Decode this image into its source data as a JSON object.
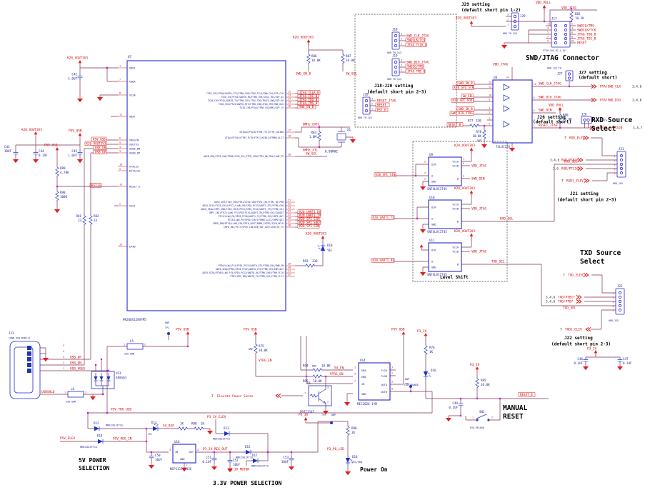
{
  "nets": {
    "k20_vout3v3": "K20_VOUT3V3",
    "p5v_usb": "P5V_USB",
    "p5v_trg_usb": "P5V_TRG_USB",
    "p5v_elev": "P5V_ELEV",
    "p5v_reg_in": "P5V_REG_IN",
    "p3_3v": "P3_3V",
    "p3_3v_elev": "P3_3V_ELEV",
    "p3_3v_motor": "P3_3V_MOTOR",
    "p3_3v_reg_out": "P3_3V_REG_OUT",
    "p3_po_led": "P3_PO_LED",
    "vdd_pull": "VDD_PULL",
    "vdd_jtag": "VDD_JTAG",
    "usb_dp": "USB_DP",
    "usb_dn": "USB_DN",
    "usb_vbus": "USB_VBUS",
    "usbshld": "USBSHLD",
    "rst_b": "RST_B",
    "reset_b": "RESET_B",
    "reset_jtag": "RESET_JTAG",
    "reset": "RESET",
    "reset_k_pta20": "RESET_K/PTA20",
    "swd_clk_jtag": "SWD_CLK_JTAG",
    "swd_dio_jtag": "SWD_DIO_JTAG",
    "swdclk_tck": "SWDCLK/TCK",
    "swdio_tms": "SWDIO/TMS",
    "jtag_tclk_b": "JTAG_TCLK_B",
    "jtag_tdi_b": "JTAG_TDI_B",
    "jtag_tdo_b": "JTAG_TDO_B",
    "jtag_tms_b": "JTAG_TMS_B",
    "swd_en_b": "SWD_EN_B",
    "sw_sel": "SW_SEL",
    "swd_din": "SWD_DIN",
    "rxd_sel": "RXD_SEL",
    "txd_sel": "TXD_SEL",
    "rxd_elev": "RXD_ELEV",
    "rxd1_elev": "RXD1_ELEV",
    "txd_elev": "TXD_ELEV",
    "txd1_elev": "TXD1_ELEV",
    "rxd_ptb16": "RXD/PTB16",
    "rxd_ptc16": "RXD/PTC16",
    "txd_ptb17": "TXD/PTB17",
    "txd_ptd7": "TXD/PTD7",
    "pta_swd_clk": "PTA/SWD_CLK",
    "pta_swd_dio": "PTA/SWD_DIO",
    "k20_spi_sin": "K20_SPI_SIN",
    "k20_spi_sck": "K20_SPI_SCK",
    "k20_spi_sout": "K20_SPI_SOUT",
    "k20_uart1_tx": "K20_UART1_TX",
    "k20_uart1_rx": "K20_UART1_RX",
    "v5_en": "5V_EN",
    "vtrg_en": "VTRG_EN",
    "v5_ref": "5V_REF",
    "mhz_extl": "8MHz_EXTL",
    "mhz_xtl": "8MHz_XTL",
    "elev_pwr": "Elevate Power Sense"
  },
  "pages": {
    "p7": "7",
    "p346": "3,4,6",
    "p347": "3,4,7",
    "p36": "3,6"
  },
  "titles": {
    "swd": "SWD/JTAG Connector",
    "rxd": "RXD Source",
    "txd": "TXD Source",
    "select": "Select",
    "manual1": "MANUAL",
    "manual2": "RESET",
    "p5a": "5V POWER",
    "p5b": "SELECTION",
    "p33": "3.3V POWER SELECTION",
    "pon": "Power On",
    "lvl": "Level Shift"
  },
  "notes": {
    "j29a": "J29 setting",
    "def12": "(default short pin 1-2)",
    "j18a": "J18-J20 setting",
    "def23": "(default short pin 2-3)",
    "j21a": "J21 setting",
    "j22a": "J22 setting",
    "j26a": "J26 setting",
    "j27a": "J27 setting",
    "defs": "(default short)"
  },
  "misc": {
    "dnp": "DNP",
    "hdr1x3": "HDR TH 1X3",
    "hdr1x2": "HDR 1X2 TH",
    "hdr1x5": "HDR_1X5"
  },
  "ic": {
    "dir": "DIR",
    "a": "A",
    "gnd": "GND",
    "vcca": "VCCA",
    "vccb": "VCCB",
    "b": "B",
    "ena": "ENA",
    "enb": "ENB",
    "in": "IN",
    "out": "OUT",
    "flga": "FLGA",
    "flgb": "FLGB",
    "outa": "OUTA",
    "outb": "OUTB"
  },
  "pins": {
    "1": "1",
    "2": "2",
    "3": "3",
    "4": "4",
    "5": "5",
    "6": "6",
    "7": "7",
    "8": "8",
    "9": "9",
    "10": "10",
    "11": "11",
    "12": "12",
    "13": "13",
    "14": "14"
  },
  "mcu": {
    "ref": "U7",
    "part": "PK20DX128VFM5",
    "left_pins": [
      {
        "n": "1",
        "nm": "VDD1"
      },
      {
        "n": "7",
        "nm": "VDDA"
      },
      {
        "n": "8",
        "nm": "VSSA"
      },
      {
        "n": "11",
        "nm": "VBAT"
      },
      {
        "n": "6",
        "nm": "VREGIN"
      },
      {
        "n": "5",
        "nm": "VOUT33"
      },
      {
        "n": "4",
        "nm": "USB0_DM"
      },
      {
        "n": "3",
        "nm": "USB0_DP"
      },
      {
        "n": "10",
        "nm": "XTAL32"
      },
      {
        "n": "9",
        "nm": "EXTAL32"
      },
      {
        "n": "19",
        "nm": "RESET_b"
      },
      {
        "n": "2",
        "nm": "VSS1"
      },
      {
        "n": "33",
        "nm": "EPAD"
      }
    ],
    "right_pins": [
      {
        "n": "12",
        "nm": "TSI0_CH1/PTA0/UART0_CTS/FTM0_CH5/JTAG_TCLK/SWD_CLK/EZP_CLK"
      },
      {
        "n": "13",
        "nm": "TSI0_CH2/PTA1/UART0_RX/FTM0_CH6/JTAG_TDI/EZP_DI"
      },
      {
        "n": "14",
        "nm": "TSI0_CH3/PTA2/UART0_TX/FTM0_CH7/JTAG_TDO/TRACE_SWO/EZP_DO"
      },
      {
        "n": "15",
        "nm": "TSI0_CH4/PTA3/UART0_RTS/FTM0_CH0/JTAG_TMS/SWD_DIO"
      },
      {
        "n": "16",
        "nm": "TSI0_CH5/PTA4/FTM0_CH1/NMI/EZP_CS"
      },
      {
        "n": "17",
        "nm": "EXTAL0/PTA18/FTM0_FLT2/FTM_CLKIN0"
      },
      {
        "n": "18",
        "nm": "XTAL0/PTA19/FTM1_FLT0/FTM_CLKIN1/LPTMR0_ALT1"
      },
      {
        "n": "20",
        "nm": "ADC0_SE8/TSI0_CH0/PTB0/I2C0_SCL/FTM1_CH0/FTM1_QD_PHA/LLWU_P5"
      },
      {
        "n": "21",
        "nm": "ADC0_SE9/TSI0_CH6/PTB1/I2C0_SDA/FTM1_CH1/FTM1_QD_PHB"
      },
      {
        "n": "22",
        "nm": "ADC0_SE15/TSI0_CH14/PTC1/LLWU_P6/SPI0_PCS3/UART1_RTS/FTM0_CH0"
      },
      {
        "n": "23",
        "nm": "ADC0_SE4b/CMP1_IN0/TSI0_CH15/PTC2/SPI0_PCS2/UART1_CTS/FTM0_CH1"
      },
      {
        "n": "24",
        "nm": "CMP1_IN1/PTC3/LLWU_P7/SPI0_PCS1/UART1_RX/FTM0_CH2/CLKOUT"
      },
      {
        "n": "25",
        "nm": "PTC4/LLWU_P8/SPI0_PCS0/UART1_TX/FTM0_CH3/CMP1_OUT"
      },
      {
        "n": "26",
        "nm": "PTC5/LLWU_P9/SPI0_SCK/LPTMR0_ALT2/CMP0_OUT"
      },
      {
        "n": "27",
        "nm": "CMP0_IN0/PTC6/LLWU_P10/SPI0_SOUT/PDB0_EXTRG/I2S0_MCLK"
      },
      {
        "n": "28",
        "nm": "CMP0_IN1/PTC7/SPI0_SIN/USB_SOF_OUT/I2S0_RX_FS"
      },
      {
        "n": "29",
        "nm": "PTD4/LLWU_P14/SPI0_PCS1/UART0_RTS/FTM0_CH4/EWM_IN"
      },
      {
        "n": "30",
        "nm": "ADC0_SE6b/PTD5/SPI0_PCS2/UART0_CTS/FTM0_CH5/EWM_OUT"
      },
      {
        "n": "31",
        "nm": "ADC0_SE7b/PTD6/LLWU_P15/SPI0_PCS3/UART0_RX/FTM0_CH6/FTM0_FLT0"
      },
      {
        "n": "32",
        "nm": "PTD7/CMT_IRO/UART0_TX/FTM0_CH7/FTM0_FLT1"
      }
    ]
  },
  "parts": {
    "u8": {
      "r": "U8",
      "v": "74LVC126"
    },
    "u9": {
      "r": "U9",
      "v": "SN74LVC1T45"
    },
    "u10": {
      "r": "U10",
      "v": "SN74LVC1T45"
    },
    "u11": {
      "r": "U11",
      "v": "SN74LVC1T45"
    },
    "u13": {
      "r": "U13",
      "v": "SP0503"
    },
    "u14": {
      "r": "U14",
      "v": "MIC2026-1YM"
    },
    "u16": {
      "r": "U16",
      "v": "NCP1117DT33G"
    },
    "q1": {
      "r": "Q1",
      "v": "PDTC114T"
    },
    "x1": {
      "r": "X1",
      "v": "8.00MHZ"
    },
    "j17": {
      "r": "J17",
      "v": "FTSH-105-01-L-DV"
    },
    "j18": {
      "r": "J18"
    },
    "j19": {
      "r": "J19"
    },
    "j20": {
      "r": "J20"
    },
    "j21": {
      "r": "J21"
    },
    "j22": {
      "r": "J22"
    },
    "j23": {
      "r": "J23",
      "v": "CONN USB MINI-B"
    },
    "j26": {
      "r": "J26"
    },
    "j27": {
      "r": "J27"
    },
    "j29": {
      "r": "J29"
    },
    "sw2": {
      "r": "SW2",
      "v": "EVQ-PE105K"
    },
    "l5": {
      "r": "L5",
      "v": "330 OHM"
    },
    "l6": {
      "r": "L6",
      "v": "330 OHM"
    },
    "r75": {
      "r": "R75",
      "v": "10.0K"
    },
    "r76": {
      "r": "R76",
      "v": "1K"
    },
    "r77": {
      "r": "R77",
      "v": "330"
    },
    "r78": {
      "r": "R78",
      "v": "10.0K"
    },
    "r80": {
      "r": "R80",
      "v": "10.0K"
    },
    "r81": {
      "r": "R81",
      "v": "33"
    },
    "r82": {
      "r": "R82",
      "v": "33"
    },
    "r83": {
      "r": "R83",
      "v": "10.2K"
    },
    "r84": {
      "r": "R84",
      "v": "1.0M"
    },
    "r85": {
      "r": "R85",
      "v": "10.0K"
    },
    "r86": {
      "r": "R86",
      "v": "10.0K"
    },
    "r87": {
      "r": "R87",
      "v": "10.0K"
    },
    "r88": {
      "r": "R88",
      "v": "1K"
    },
    "r89": {
      "r": "R89",
      "v": "4.70K"
    },
    "r90": {
      "r": "R90",
      "v": "100K"
    },
    "r93": {
      "r": "R93",
      "v": "330"
    },
    "r94": {
      "r": "R94",
      "v": "10.0K"
    },
    "r95": {
      "r": "R95",
      "v": "10.0K"
    },
    "r96": {
      "v": "1K"
    },
    "r98": {
      "r": "R98",
      "v": "1K"
    },
    "c42": {
      "r": "C42",
      "v": "1.0UF"
    },
    "c43": {
      "r": "C43",
      "v": "10UF"
    },
    "c44": {
      "r": "C44",
      "v": "0.1UF"
    },
    "c45": {
      "r": "C45",
      "v": "1.0UF"
    },
    "c46": {
      "r": "C46",
      "v": "0.1UF"
    },
    "c47": {
      "r": "C47",
      "v": "0.1UF"
    },
    "c49": {
      "r": "C49",
      "v": "0.1UF"
    },
    "c50": {
      "r": "C50",
      "v": "10UF"
    },
    "c51": {
      "r": "C51",
      "v": "0.1UF"
    },
    "c52": {
      "r": "C52",
      "v": "10UF"
    },
    "c53": {
      "r": "C53",
      "v": "10UF"
    },
    "d10": {
      "r": "D10",
      "v": "YEL"
    },
    "d11": {
      "r": "D11",
      "v": "YEL"
    },
    "d12": {
      "r": "D12",
      "v": "MBR120LSFT1G"
    },
    "d13": {
      "r": "D13",
      "v": "MBR120LSFT1G"
    },
    "d14": {
      "r": "D14",
      "v": "MBR120LSFT1G"
    },
    "d15": {
      "r": "D15",
      "v": "MBR120LSFT1G"
    },
    "d16": {
      "r": "D16",
      "v": "LED_ORANGE"
    },
    "d17": {
      "r": "D17",
      "v": "MBR120LSFT1G"
    },
    "d18": {
      "r": "D18",
      "v": "YEL/GRN"
    },
    "tp1": {
      "r": "TP1"
    },
    "tp3": {
      "r": "TP3"
    },
    "tp5": {
      "r": "TP5"
    }
  }
}
